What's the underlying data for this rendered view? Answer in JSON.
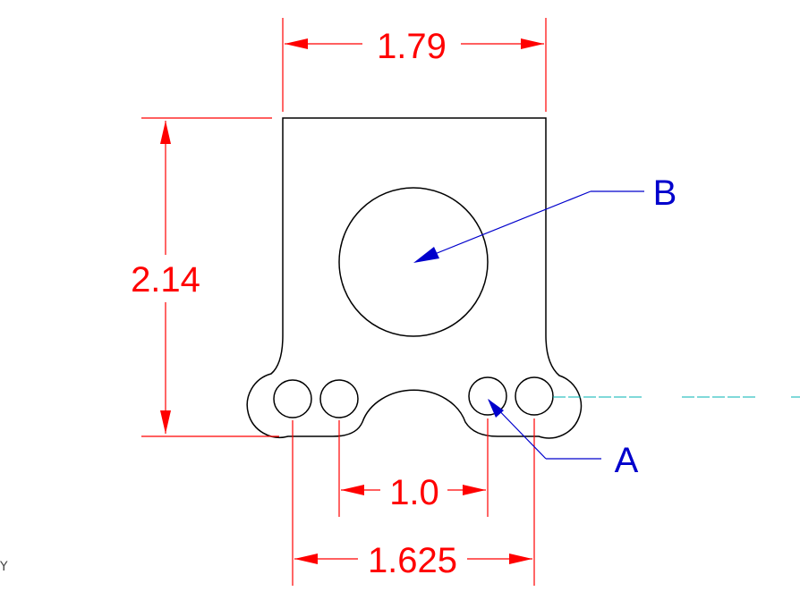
{
  "dimensions": {
    "overall_width": "1.79",
    "overall_height": "2.14",
    "hole_spacing_inner": "1.0",
    "hole_spacing_outer": "1.625"
  },
  "leaders": {
    "label_a": "A",
    "label_b": "B"
  },
  "corner_text": "Y",
  "colors": {
    "dimension": "#ff0000",
    "leader": "#0000cc",
    "outline": "#000000",
    "center_line": "#00b3b3"
  }
}
